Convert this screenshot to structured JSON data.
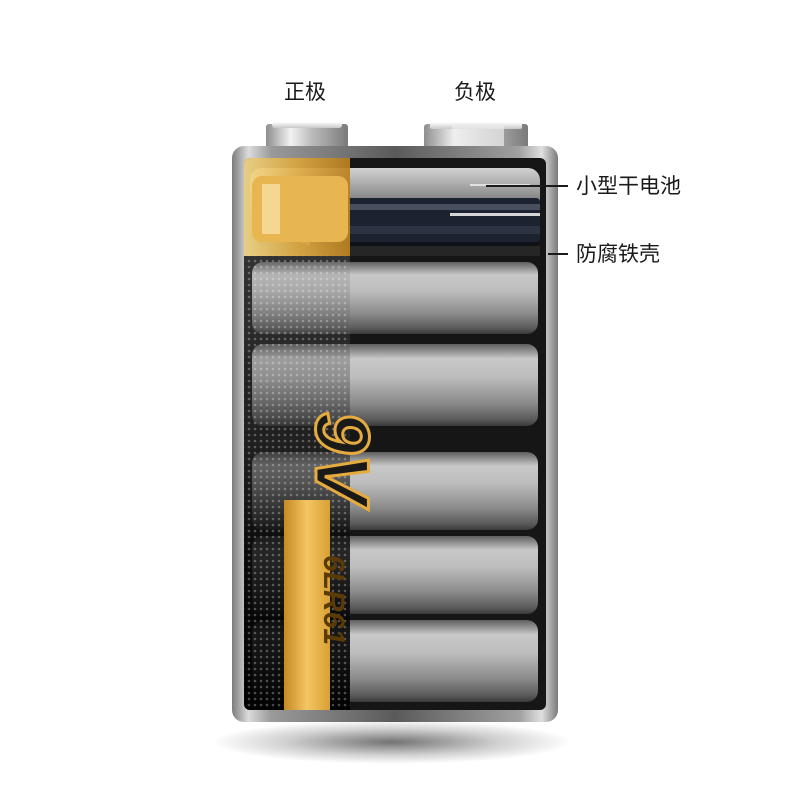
{
  "labels": {
    "positive": "正极",
    "negative": "负极",
    "small_cell": "小型干电池",
    "shell": "防腐铁壳"
  },
  "battery": {
    "voltage_mark": "9V",
    "model_mark": "6LR61",
    "cell_count": 6
  },
  "colors": {
    "gold": "#d9a033",
    "gold_light": "#f4cf6e",
    "silver": "#a5a5a5",
    "dark": "#0e0e0e",
    "callout_line": "#1a1a1a"
  }
}
